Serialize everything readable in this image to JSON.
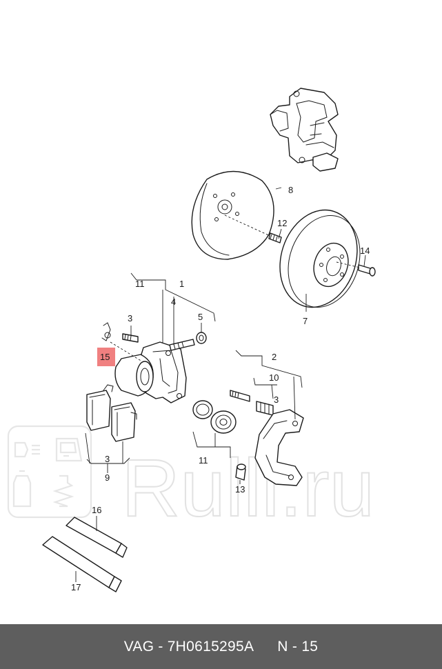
{
  "callouts": {
    "n1": "1",
    "n2": "2",
    "n3a": "3",
    "n3b": "3",
    "n3c": "3",
    "n4": "4",
    "n5": "5",
    "n7": "7",
    "n8": "8",
    "n9": "9",
    "n10": "10",
    "n11a": "11",
    "n11b": "11",
    "n12": "12",
    "n13": "13",
    "n14": "14",
    "n15": "15",
    "n16": "16",
    "n17": "17"
  },
  "highlight_color": "#f08080",
  "watermark": {
    "text": "Rulli.ru",
    "icon_names": [
      "car-door-icon",
      "oil-bottle-icon",
      "shock-absorber-icon"
    ]
  },
  "footer": {
    "brand": "VAG",
    "separator": "-",
    "part_number": "7H0615295A",
    "position": "N - 15"
  }
}
